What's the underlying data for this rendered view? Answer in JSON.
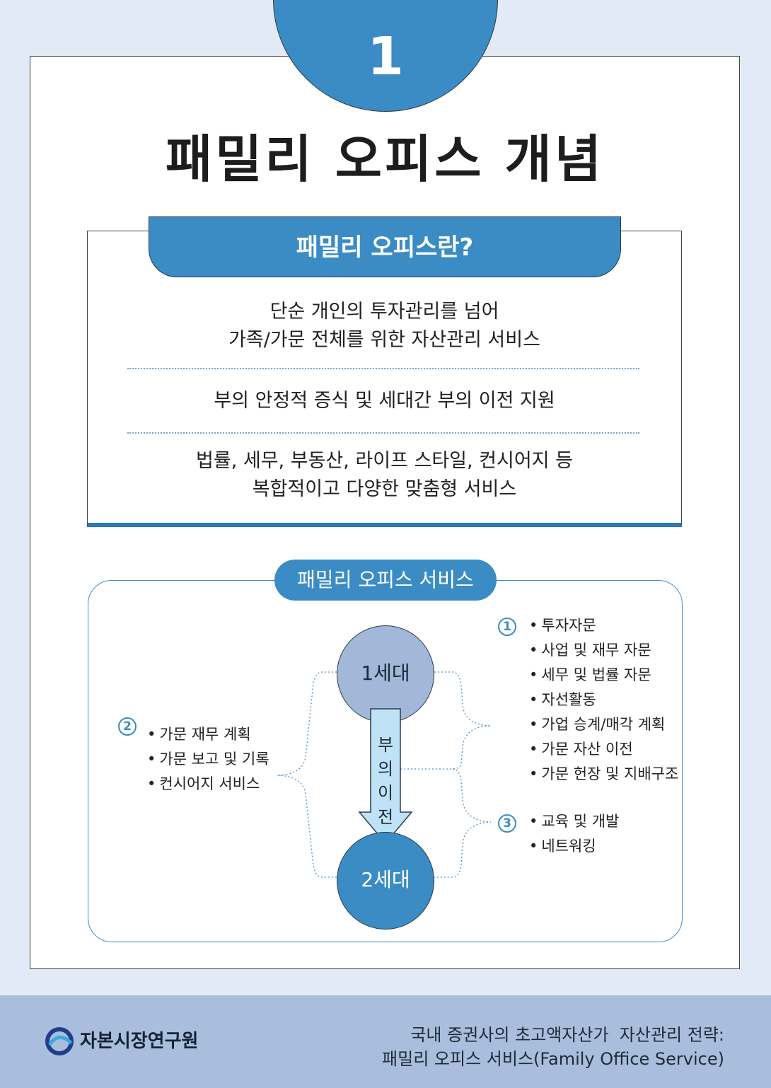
{
  "section_number": "1",
  "title": "패밀리 오피스 개념",
  "definition": {
    "heading": "패밀리 오피스란?",
    "items": [
      [
        "단순 개인의 투자관리를 넘어",
        "가족/가문 전체를 위한 자산관리 서비스"
      ],
      [
        "부의 안정적 증식 및 세대간 부의 이전 지원"
      ],
      [
        "법률, 세무, 부동산, 라이프 스타일, 컨시어지 등",
        "복합적이고 다양한 맞춤형 서비스"
      ]
    ]
  },
  "services": {
    "heading": "패밀리 오피스 서비스",
    "generation_1": "1세대",
    "generation_2": "2세대",
    "arrow_label": [
      "부",
      "의",
      "이",
      "전"
    ],
    "group_1": {
      "badge": "1",
      "items": [
        "투자자문",
        "사업 및 재무 자문",
        "세무 및 법률 자문",
        "자선활동",
        "가업 승계/매각 계획",
        "가문 자산 이전",
        "가문 헌장 및 지배구조"
      ]
    },
    "group_2": {
      "badge": "2",
      "items": [
        "가문 재무 계획",
        "가문 보고 및 기록",
        "컨시어지 서비스"
      ]
    },
    "group_3": {
      "badge": "3",
      "items": [
        "교육 및 개발",
        "네트워킹"
      ]
    }
  },
  "footer": {
    "org_name": "자본시장연구원",
    "report_title_line1": "국내 증권사의 초고액자산가  자산관리 전략:",
    "report_title_line2": "패밀리 오피스 서비스(Family Office Service)"
  },
  "colors": {
    "accent": "#3b8cc4",
    "page_background": "#e3eaf7",
    "footer_background": "#a9bedc",
    "generation_1_fill": "#a3b8d9"
  }
}
